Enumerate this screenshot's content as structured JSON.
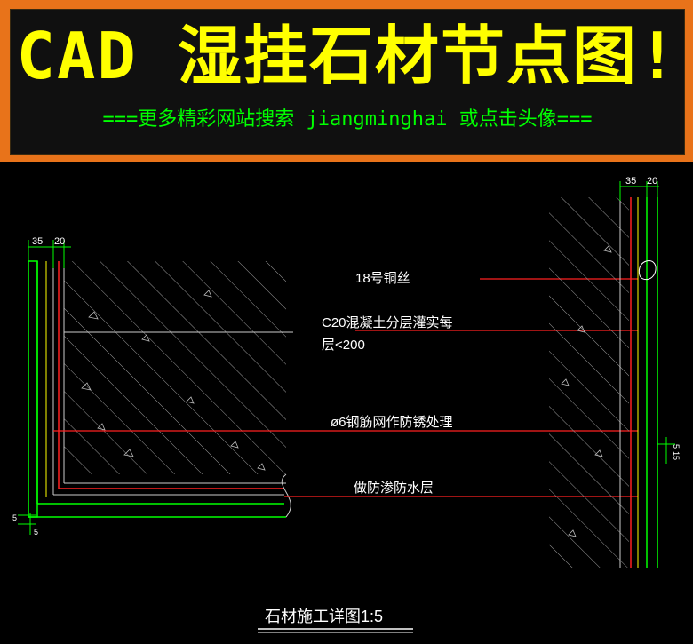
{
  "banner": {
    "title": "CAD 湿挂石材节点图!",
    "subtitle": "===更多精彩网站搜索 jiangminghai 或点击头像==="
  },
  "drawing": {
    "labels": {
      "copper_wire": "18号铜丝",
      "concrete_line1": "C20混凝土分层灌实每",
      "concrete_line2": "层<200",
      "rebar_mesh": "ø6钢筋网作防锈处理",
      "waterproof": "做防渗防水层"
    },
    "caption": "石材施工详图1:5",
    "dimensions": {
      "left_top": "35",
      "left_top2": "20",
      "right_top": "35",
      "right_top2": "20",
      "left_bottom_a": "5",
      "left_bottom_b": "5",
      "right_side_a": "5",
      "right_side_b": "15"
    }
  },
  "colors": {
    "banner_bg": "#e8731a",
    "title": "#ffff00",
    "subtitle": "#00ff00",
    "leader": "#ff2020",
    "stone": "#00ff00",
    "hatch": "#bbbbbb"
  }
}
